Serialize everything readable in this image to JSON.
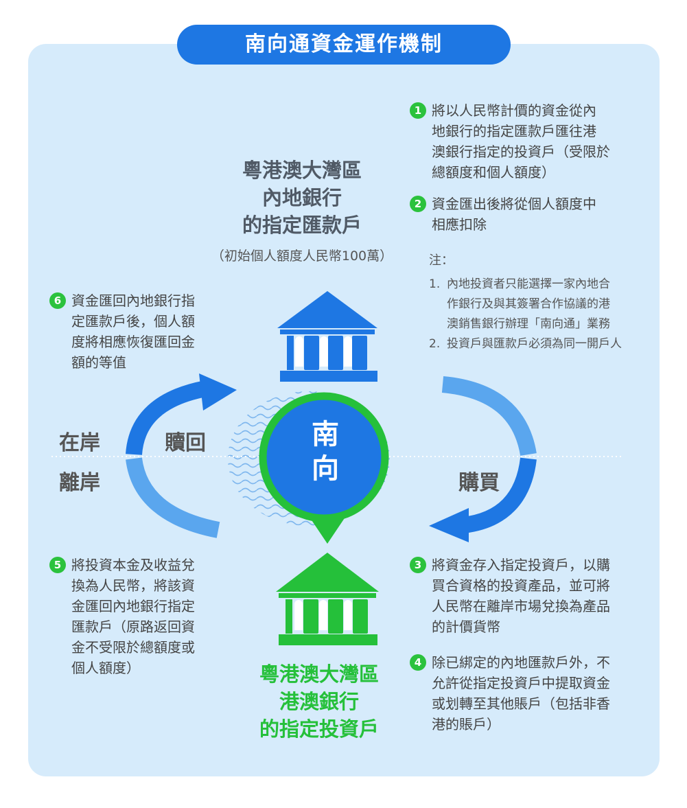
{
  "title": "南向通資金運作機制",
  "top_bank": {
    "lines": [
      "粵港澳大灣區",
      "內地銀行",
      "的指定匯款戶"
    ],
    "subtitle": "（初始個人額度人民幣100萬）"
  },
  "bottom_bank": {
    "lines": [
      "粵港澳大灣區",
      "港澳銀行",
      "的指定投資戶"
    ]
  },
  "center_label": [
    "南",
    "向"
  ],
  "side_labels": {
    "onshore": "在岸",
    "offshore": "離岸",
    "redeem": "贖回",
    "purchase": "購買"
  },
  "steps": [
    {
      "num": "1",
      "lines": [
        "將以人民幣計價的資金從內",
        "地銀行的指定匯款戶匯往港",
        "澳銀行指定的投資戶（受限於",
        "總額度和個人額度）"
      ]
    },
    {
      "num": "2",
      "lines": [
        "資金匯出後將從個人額度中",
        "相應扣除"
      ]
    },
    {
      "num": "3",
      "lines": [
        "將資金存入指定投資戶，以購",
        "買合資格的投資產品，並可將",
        "人民幣在離岸市場兌換為產品",
        "的計價貨幣"
      ]
    },
    {
      "num": "4",
      "lines": [
        "除已綁定的內地匯款戶外，不",
        "允許從指定投資戶中提取資金",
        "或划轉至其他賬戶（包括非香",
        "港的賬戶）"
      ]
    },
    {
      "num": "5",
      "lines": [
        "將投資本金及收益兌",
        "換為人民幣，將該資",
        "金匯回內地銀行指定",
        "匯款戶（原路返回資",
        "金不受限於總額度或",
        "個人額度）"
      ]
    },
    {
      "num": "6",
      "lines": [
        "資金匯回內地銀行指",
        "定匯款戶後，個人額",
        "度將相應恢復匯回金",
        "額的等值"
      ]
    }
  ],
  "notes": {
    "heading": "注：",
    "items": [
      {
        "num": "1.",
        "lines": [
          "內地投資者只能選擇一家內地合",
          "作銀行及與其簽署合作協議的港",
          "澳銷售銀行辦理「南向通」業務"
        ]
      },
      {
        "num": "2.",
        "lines": [
          "投資戶與匯款戶必須為同一開戶人"
        ]
      }
    ]
  },
  "colors": {
    "panel_bg": "#d6ebfb",
    "title_bg": "#1e77e3",
    "blue": "#1e77e3",
    "light_blue": "#5aa6ee",
    "green": "#25c03a",
    "text": "#444444"
  },
  "icons": [
    "bank-building-icon",
    "circular-arrow-icon",
    "down-arrow-icon",
    "wave-pattern-icon"
  ]
}
